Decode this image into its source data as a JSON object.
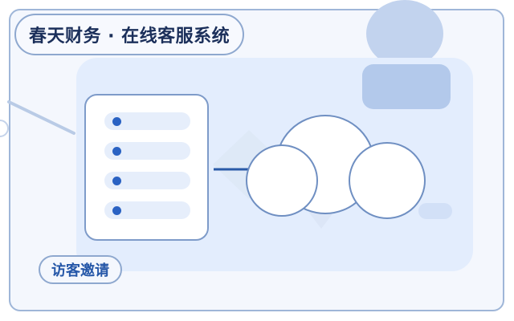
{
  "header": {
    "title": "春天财务 · 在线客服系统"
  },
  "actions": {
    "invite_label": "访客邀请"
  },
  "menu": {
    "item_count": 4
  },
  "icons": {
    "avatar": "user-avatar-icon",
    "cloud": "cloud-icon",
    "list": "list-icon"
  },
  "colors": {
    "accent": "#2a62c3",
    "title_text": "#1b2f5a",
    "border": "#8ea8cf",
    "panel": "#e3edfd"
  }
}
